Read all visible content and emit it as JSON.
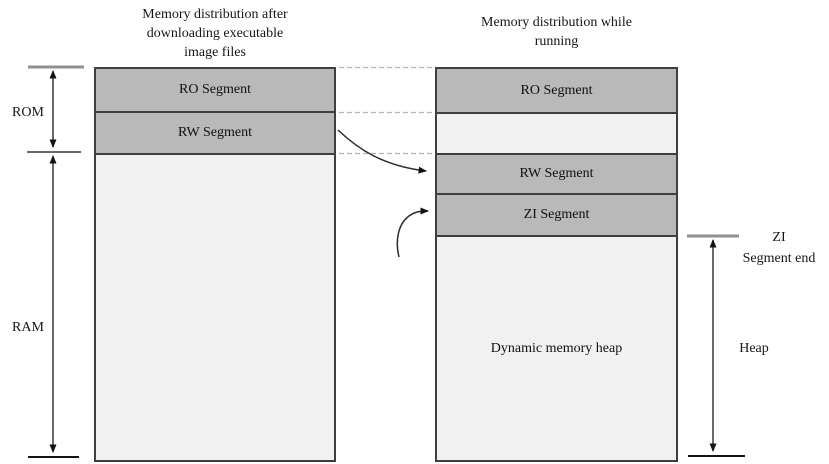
{
  "titles": {
    "left": "Memory distribution after\ndownloading executable\nimage files",
    "right": "Memory distribution while\nrunning"
  },
  "left_column": {
    "name": "Memory distribution after downloading executable image files",
    "segments": [
      {
        "label": "RO Segment"
      },
      {
        "label": "RW Segment"
      },
      {
        "label": ""
      }
    ]
  },
  "right_column": {
    "name": "Memory distribution while running",
    "segments": [
      {
        "label": "RO Segment"
      },
      {
        "label": ""
      },
      {
        "label": "RW Segment"
      },
      {
        "label": "ZI Segment"
      },
      {
        "label": "Dynamic memory heap"
      }
    ]
  },
  "side_labels": {
    "rom": "ROM",
    "ram": "RAM",
    "zi_end": "ZI\nSegment end",
    "heap": "Heap"
  },
  "colors": {
    "segment_dark": "#b9b9b9",
    "segment_light": "#f1f1f1",
    "border": "#3f3f3f",
    "dashed_line": "#b3b3b3",
    "arrow": "#2b2b2b",
    "tick_gray": "#8f8f8f",
    "tick_dark": "#141414",
    "background": "#ffffff"
  }
}
